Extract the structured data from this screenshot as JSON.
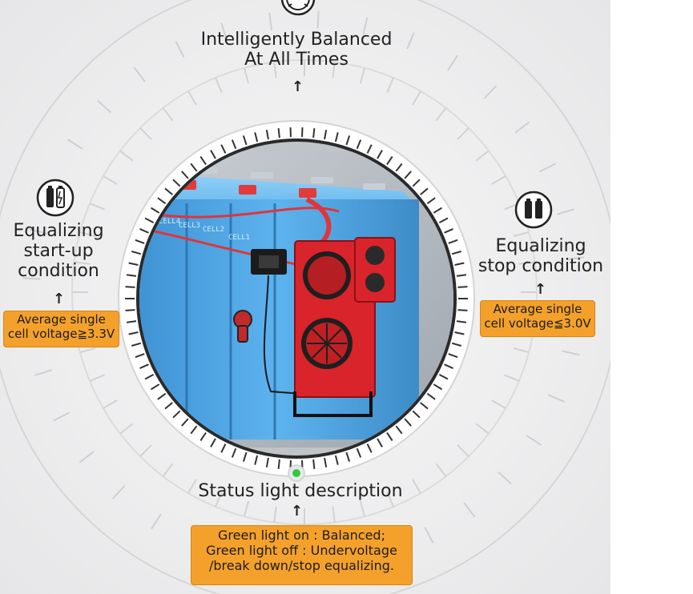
{
  "top": {
    "title_line1": "Intelligently Balanced",
    "title_line2": "At All Times",
    "icon": "balance-gauge-icon"
  },
  "left": {
    "icon": "battery-charging-icon",
    "title_line1": "Equalizing",
    "title_line2": "start-up",
    "title_line3": "condition",
    "box_line1": "Average single",
    "box_line2": "cell voltage≧3.3V"
  },
  "right": {
    "icon": "battery-pair-icon",
    "title_line1": "Equalizing",
    "title_line2": "stop condition",
    "box_line1": "Average single",
    "box_line2": "cell voltage≦3.0V"
  },
  "bottom": {
    "title": "Status light description",
    "indicator_color": "#2ecc40",
    "box_line1": "Green light on : Balanced;",
    "box_line2": "Green light off : Undervoltage",
    "box_line3": "/break down/stop equalizing."
  },
  "arrow_glyph": "↑",
  "photo": {
    "cell_labels": [
      "CELL4",
      "CELL3",
      "CELL2",
      "CELL1"
    ]
  },
  "colors": {
    "box_fill": "#f4a12c",
    "battery_blue": "#5aaee8",
    "board_red": "#d8242a"
  }
}
